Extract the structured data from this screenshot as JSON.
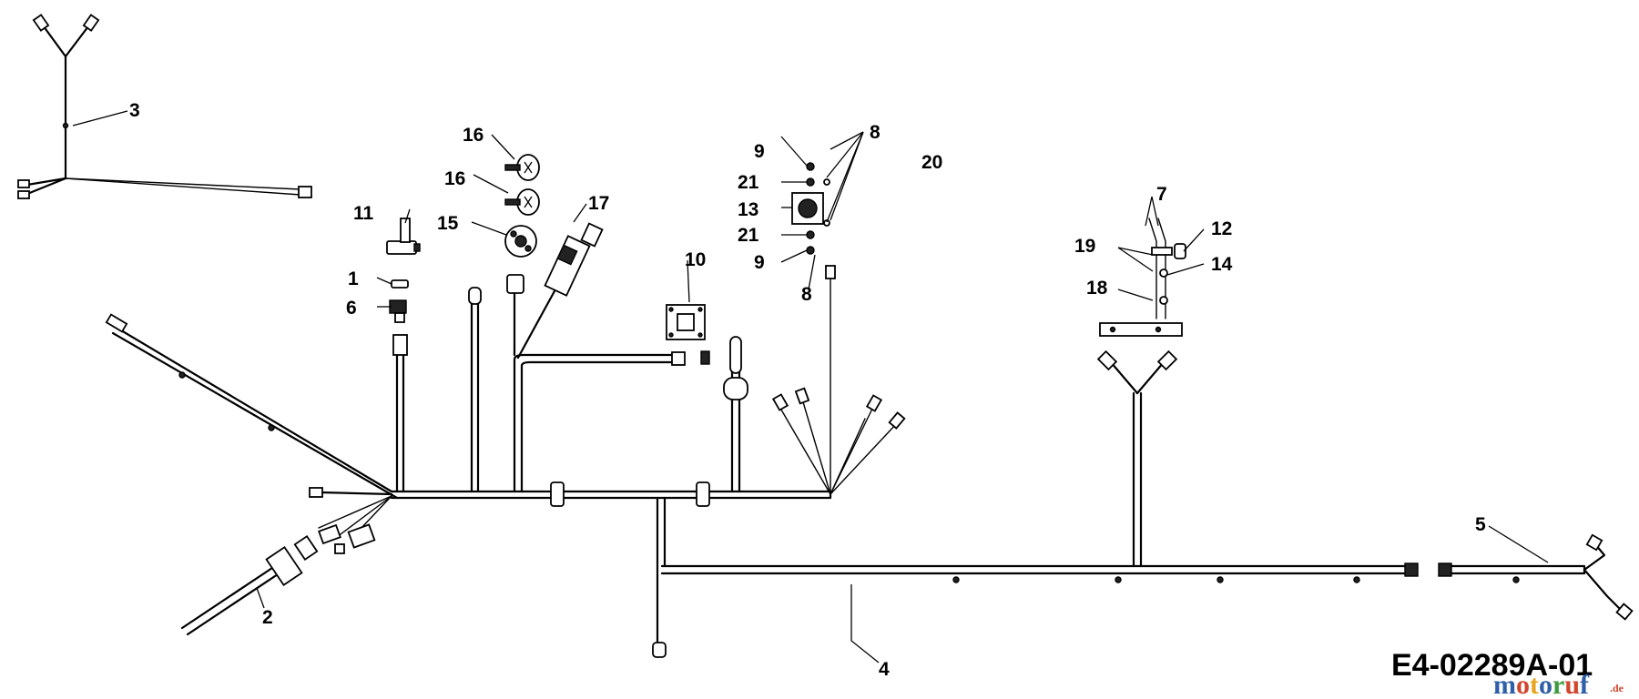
{
  "callouts": {
    "c1": "1",
    "c2": "2",
    "c3": "3",
    "c4": "4",
    "c5": "5",
    "c6": "6",
    "c7": "7",
    "c8a": "8",
    "c8b": "8",
    "c9a": "9",
    "c9b": "9",
    "c10": "10",
    "c11": "11",
    "c12": "12",
    "c13": "13",
    "c14": "14",
    "c15": "15",
    "c16a": "16",
    "c16b": "16",
    "c17": "17",
    "c18": "18",
    "c19": "19",
    "c20": "20",
    "c21a": "21",
    "c21b": "21"
  },
  "drawing_code": "E4-02289A-01",
  "watermark": {
    "text": "motoruf",
    "suffix": ".de",
    "colors": [
      "#2f5fa7",
      "#d1462f",
      "#e6a51e",
      "#2f5fa7",
      "#3c9a3c",
      "#d1462f",
      "#2f5fa7"
    ]
  },
  "colors": {
    "ink": "#000000",
    "paper": "#ffffff"
  }
}
